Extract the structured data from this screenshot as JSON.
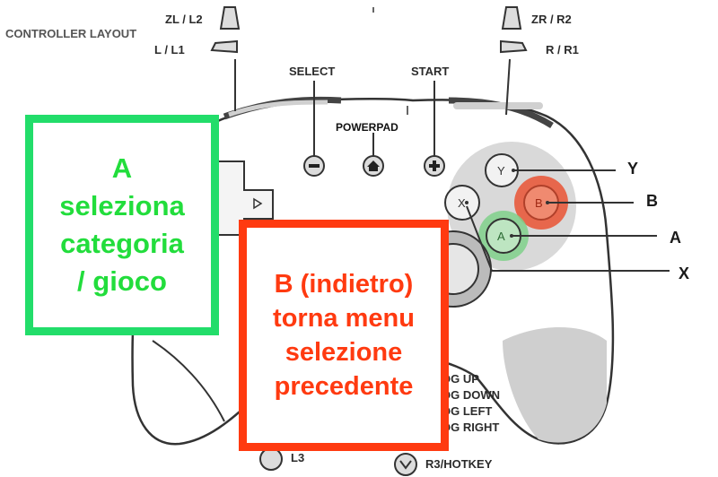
{
  "header": {
    "title": "CONTROLLER LAYOUT"
  },
  "shoulders": {
    "zl_l2": "ZL / L2",
    "l_l1": "L / L1",
    "zr_r2": "ZR / R2",
    "r_r1": "R / R1"
  },
  "center": {
    "select": "SELECT",
    "start": "START",
    "powerpad": "POWERPAD"
  },
  "face_buttons": {
    "y": "Y",
    "b": "B",
    "a": "A",
    "x": "X",
    "y_inner": "Y",
    "b_inner": "B",
    "a_inner": "A",
    "x_inner": "X"
  },
  "right_stick": {
    "up": "OG UP",
    "down": "OG DOWN",
    "left": "OG LEFT",
    "right": "OG RIGHT"
  },
  "bottom": {
    "l3": "L3",
    "r3_hotkey": "R3/HOTKEY"
  },
  "notes": {
    "green_lines": [
      "A",
      "seleziona",
      "categoria",
      "/ gioco"
    ],
    "red_lines": [
      "B (indietro)",
      "torna menu",
      "selezione",
      "precedente"
    ]
  },
  "colors": {
    "green": "#22dd6a",
    "red": "#ff3a10",
    "b_button": "#e85a3c",
    "a_button": "#7fd08a"
  }
}
